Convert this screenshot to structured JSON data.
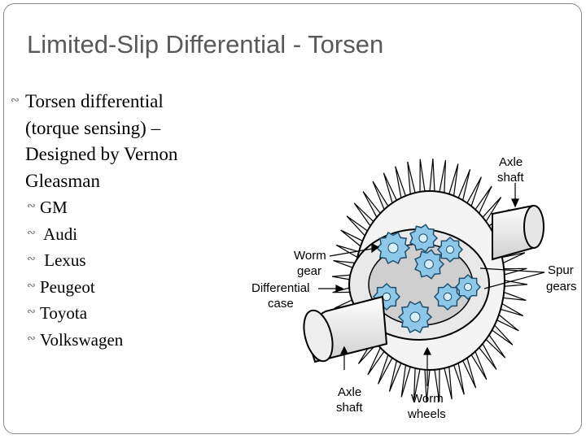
{
  "slide": {
    "title": "Limited-Slip Differential - Torsen",
    "bullet_main": [
      "Torsen differential",
      "(torque sensing) –",
      "Designed by Vernon",
      "Gleasman"
    ],
    "sub_bullets": [
      "GM",
      " Audi",
      " Lexus",
      "Peugeot",
      "Toyota",
      "Volkswagen"
    ]
  },
  "figure": {
    "labels": {
      "axle_shaft_top": [
        "Axle",
        "shaft"
      ],
      "worm_gear": [
        "Worm",
        "gear"
      ],
      "spur_gears": [
        "Spur",
        "gears"
      ],
      "differential_case": [
        "Differential",
        "case"
      ],
      "axle_shaft_bottom": [
        "Axle",
        "shaft"
      ],
      "worm_wheels": [
        "Worm",
        "wheels"
      ]
    },
    "colors": {
      "gear_fill": "#8ec8e8",
      "gear_stroke": "#1f4f6e",
      "line": "#000000"
    }
  }
}
